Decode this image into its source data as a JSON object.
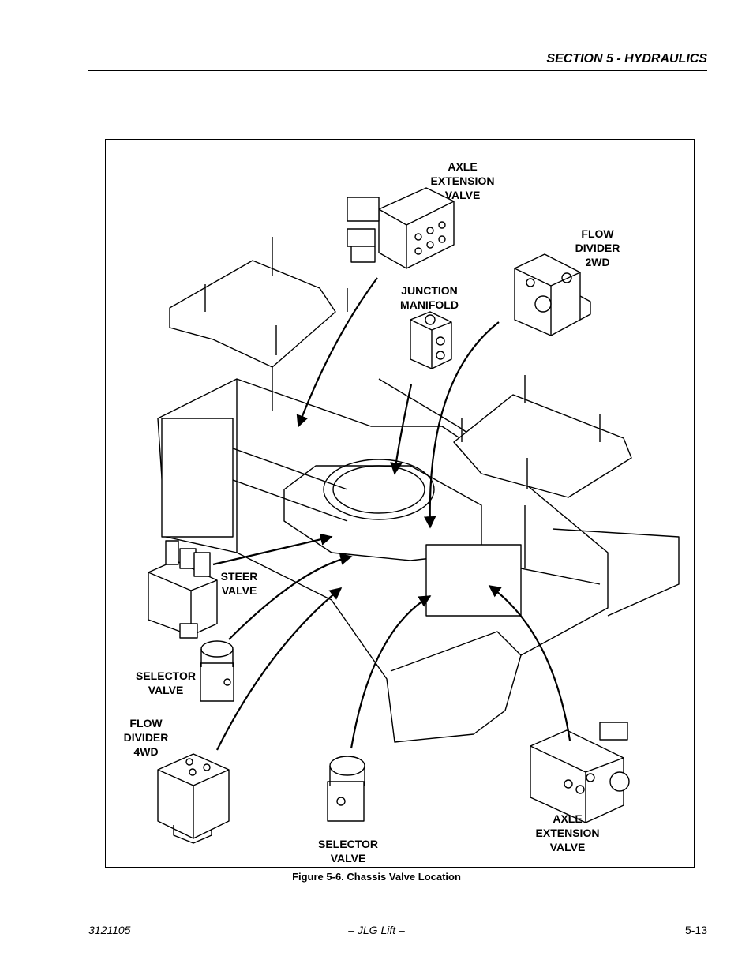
{
  "header": {
    "section_title": "SECTION 5 - HYDRAULICS"
  },
  "figure": {
    "callouts": {
      "axle_extension_top": [
        "AXLE",
        "EXTENSION",
        "VALVE"
      ],
      "flow_divider_2wd": [
        "FLOW",
        "DIVIDER",
        "2WD"
      ],
      "junction_manifold": [
        "JUNCTION",
        "MANIFOLD"
      ],
      "steer_valve": [
        "STEER",
        "VALVE"
      ],
      "selector_valve_left": [
        "SELECTOR",
        "VALVE"
      ],
      "flow_divider_4wd": [
        "FLOW",
        "DIVIDER",
        "4WD"
      ],
      "selector_valve_bottom": [
        "SELECTOR",
        "VALVE"
      ],
      "axle_extension_bottom": [
        "AXLE",
        "EXTENSION",
        "VALVE"
      ]
    },
    "caption": "Figure 5-6.  Chassis Valve Location"
  },
  "footer": {
    "doc_number": "3121105",
    "center_text": "– JLG Lift –",
    "page_number": "5-13"
  }
}
